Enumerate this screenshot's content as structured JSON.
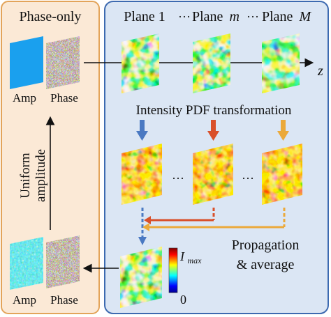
{
  "left_panel": {
    "title": "Phase-only",
    "top_labels": {
      "amp": "Amp",
      "phase": "Phase"
    },
    "bottom_labels": {
      "amp": "Amp",
      "phase": "Phase"
    },
    "vertical_text_line1": "Uniform",
    "vertical_text_line2": "amplitude"
  },
  "right_panel": {
    "plane1_label": "Plane 1",
    "dots": "···",
    "plane_m_label": "Plane",
    "plane_m_var": "m",
    "plane_M_label": "Plane",
    "plane_M_var": "M",
    "z_label": "z",
    "transform_label": "Intensity PDF transformation",
    "middle_dots_1": "···",
    "middle_dots_2": "···",
    "propagation_line1": "Propagation",
    "propagation_line2": "& average"
  },
  "colorbar": {
    "max_label_base": "I",
    "max_label_sub": "max",
    "min_label": "0"
  },
  "colors": {
    "left_bg": "#fbe9d6",
    "left_border": "#e3a45a",
    "right_bg": "#dbe6f4",
    "right_border": "#3d6ab0",
    "arrow_blue": "#4a79c2",
    "arrow_red": "#d9502a",
    "arrow_orange": "#eba93a"
  }
}
